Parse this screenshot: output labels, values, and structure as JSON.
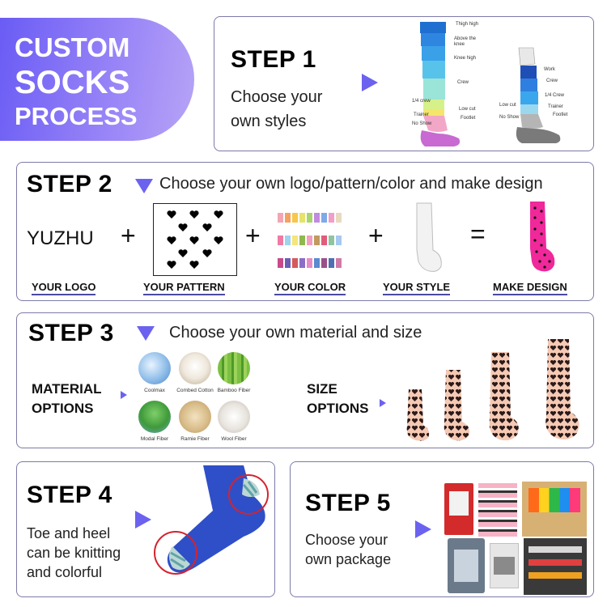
{
  "banner": {
    "line1": "CUSTOM",
    "line2": "SOCKS",
    "line3": "PROCESS"
  },
  "step1": {
    "title": "STEP 1",
    "desc_line1": "Choose your",
    "desc_line2": "own styles",
    "tall_labels": [
      "Thigh high",
      "Above the knee",
      "Knee high",
      "Crew",
      "1/4 crew",
      "Low cut",
      "Trainer",
      "Footlet",
      "No Show"
    ],
    "short_labels": [
      "Work",
      "Crew",
      "Low cut",
      "1/4 Crew",
      "Trainer",
      "Footlet",
      "No Show"
    ]
  },
  "step2": {
    "title": "STEP 2",
    "desc": "Choose your own logo/pattern/color and make design",
    "logo_text": "YUZHU",
    "plus": "+",
    "equals": "=",
    "captions": [
      "YOUR LOGO",
      "YOUR PATTERN",
      "YOUR COLOR",
      "YOUR STYLE",
      "MAKE DESIGN"
    ]
  },
  "step3": {
    "title": "STEP 3",
    "desc": "Choose your own material and size",
    "material_line1": "MATERIAL",
    "material_line2": "OPTIONS",
    "size_line1": "SIZE",
    "size_line2": "OPTIONS",
    "materials": [
      "Coolmax",
      "Combed Cotton",
      "Bamboo Fiber",
      "Modal Fiber",
      "Ramie Fiber",
      "Wool Fiber"
    ]
  },
  "step4": {
    "title": "STEP 4",
    "desc_line1": "Toe and heel",
    "desc_line2": "can be knitting",
    "desc_line3": "and colorful"
  },
  "step5": {
    "title": "STEP 5",
    "desc_line1": "Choose your",
    "desc_line2": "own package"
  },
  "colors": {
    "accent": "#6b62f0",
    "border": "#7d7aa8",
    "pink": "#f0289a",
    "blue_sock": "#2f4fc8"
  }
}
